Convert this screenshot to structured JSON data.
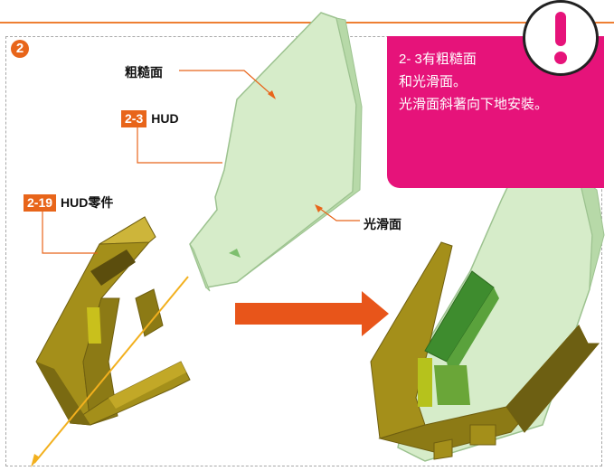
{
  "step": {
    "number": "2"
  },
  "labels": {
    "rough_surface": "粗糙面",
    "hud_part_no": "2-3",
    "hud_name": "HUD",
    "hud_component_no": "2-19",
    "hud_component_name": "HUD零件",
    "smooth_surface": "光滑面"
  },
  "note": {
    "line1": "2- 3有粗糙面",
    "line2": "和光滑面。",
    "line3": "光滑面斜著向下地安裝。"
  },
  "icons": [
    "exclamation-icon",
    "arrow-right-icon"
  ],
  "colors": {
    "accent_orange": "#e8651a",
    "note_magenta": "#e6137a",
    "hud_green": "#cfe8c4",
    "part_olive": "#9b8a1e"
  }
}
